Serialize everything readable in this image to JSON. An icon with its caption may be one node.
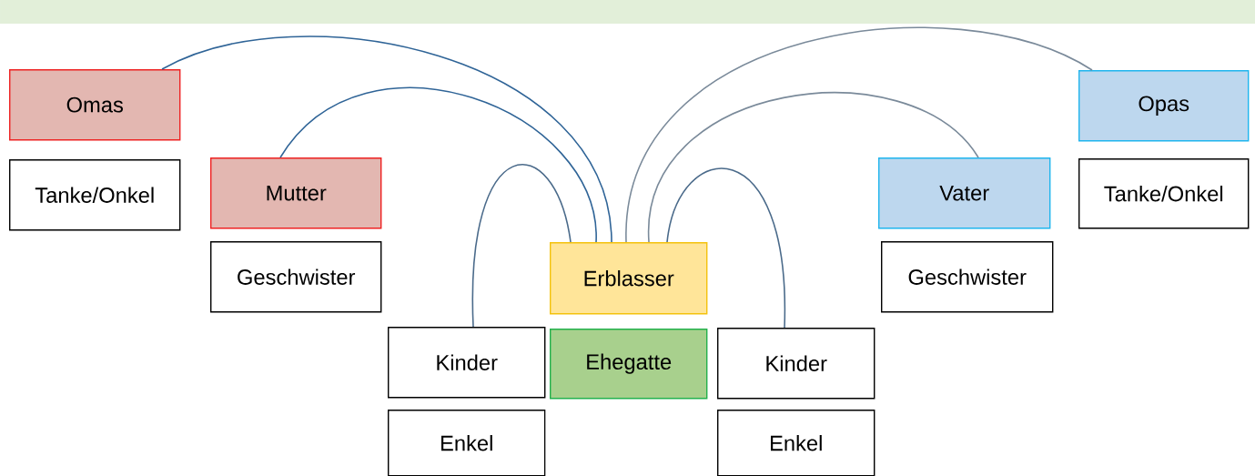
{
  "diagram": {
    "nodes": [
      {
        "text": [
          "Omas"
        ]
      },
      {
        "text": [
          "Tanke/Onkel"
        ]
      },
      {
        "text": [
          "Mutter"
        ]
      },
      {
        "text": [
          "Geschwister"
        ]
      },
      {
        "text": [
          "Erblasser"
        ]
      },
      {
        "text": [
          "Kinder"
        ]
      },
      {
        "text": [
          "Ehegatte"
        ]
      },
      {
        "text": [
          "Enkel"
        ]
      },
      {
        "text": [
          "Kinder"
        ]
      },
      {
        "text": [
          "Enkel"
        ]
      },
      {
        "text": [
          "Vater"
        ]
      },
      {
        "text": [
          "Geschwister"
        ]
      },
      {
        "text": [
          "Opas"
        ]
      },
      {
        "text": [
          "Tanke/Onkel"
        ]
      }
    ],
    "edges": [
      {
        "from": 4,
        "to": 0,
        "arrow": "none",
        "color": "#2f6497"
      },
      {
        "from": 4,
        "to": 2,
        "arrow": "none",
        "color": "#2f6497"
      },
      {
        "from": 4,
        "to": 5,
        "arrow": "none"
      },
      {
        "from": 4,
        "to": 12,
        "arrow": "none",
        "color": "#7a8a9a"
      },
      {
        "from": 4,
        "to": 10,
        "arrow": "none",
        "color": "#7a8a9a"
      },
      {
        "from": 4,
        "to": 8,
        "arrow": "none"
      }
    ]
  }
}
